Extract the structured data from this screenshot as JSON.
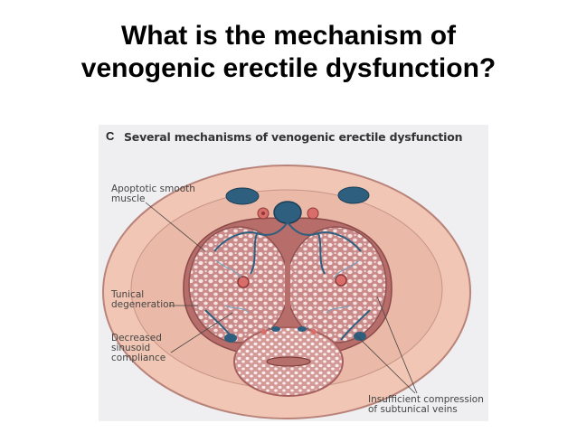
{
  "slide": {
    "title_line1": "What is the mechanism of",
    "title_line2": "venogenic erectile dysfunction?"
  },
  "figure": {
    "panel_letter": "C",
    "title": "Several mechanisms of venogenic erectile dysfunction",
    "labels": {
      "apoptotic": "Apoptotic smooth\nmuscle",
      "tunical": "Tunical\ndegeneration",
      "sinusoid": "Decreased\nsinusoid\ncompliance",
      "insufficient": "Insufficient compression\nof subtunical veins"
    }
  },
  "colors": {
    "background": "#efeff1",
    "skin": "#f1c6b4",
    "tunica": "#b76d6a",
    "tissue": "#c98a89",
    "sinusoid": "#f6e3e1",
    "vein": "#2e5f7f",
    "vein_light": "#6fa2bd"
  }
}
